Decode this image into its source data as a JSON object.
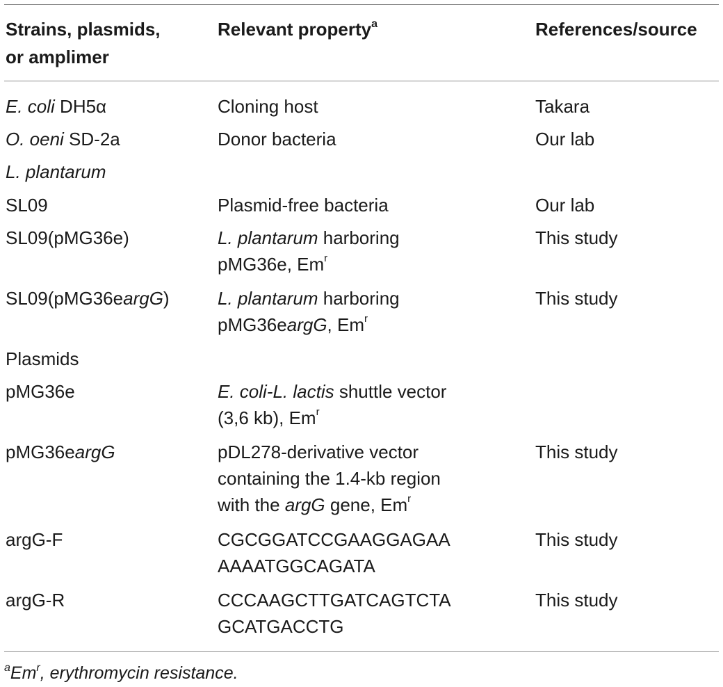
{
  "header": {
    "col1_line1": "Strains, plasmids,",
    "col1_line2": "or amplimer",
    "col2": "Relevant property",
    "col2_sup": "a",
    "col3": "References/source"
  },
  "rows": [
    {
      "c0": {
        "italic": "E. coli",
        "plain": " DH5α"
      },
      "c1": "Cloning host",
      "c2": "Takara"
    },
    {
      "c0": {
        "italic": "O. oeni",
        "plain": " SD-2a"
      },
      "c1": "Donor bacteria",
      "c2": "Our lab"
    },
    {
      "c0": {
        "italic": "L. plantarum"
      }
    },
    {
      "c0": "SL09",
      "c1": "Plasmid-free bacteria",
      "c2": "Our lab"
    },
    {
      "c0": "SL09(pMG36e)",
      "c1": {
        "l1_italic": "L. plantarum",
        "l1_plain": " harboring",
        "l2": "pMG36e, Em",
        "l2_sup": "r"
      },
      "c2": "This study"
    },
    {
      "c0": {
        "pre": "SL09(pMG36e",
        "italic": "argG",
        "post": ")"
      },
      "c1": {
        "l1_italic": "L. plantarum",
        "l1_plain": " harboring",
        "l2_pre": "pMG36e",
        "l2_italic": "argG",
        "l2_post": ", Em",
        "l2_sup": "r"
      },
      "c2": "This study"
    },
    {
      "c0": "Plasmids"
    },
    {
      "c0": "pMG36e",
      "c1": {
        "l1_italic": "E. coli-L. lactis",
        "l1_plain": " shuttle vector",
        "l2": "(3,6 kb), Em",
        "l2_sup": "r"
      }
    },
    {
      "c0": {
        "pre": "pMG36e",
        "italic": "argG"
      },
      "c1": {
        "l1": "pDL278-derivative vector",
        "l2": "containing the 1.4-kb region",
        "l3_pre": "with the ",
        "l3_italic": "argG",
        "l3_post": " gene, Em",
        "l3_sup": "r"
      },
      "c2": "This study"
    },
    {
      "c0": "argG-F",
      "c1": {
        "l1": "CGCGGATCCGAAGGAGAA",
        "l2": "AAAATGGCAGATA"
      },
      "c2": "This study"
    },
    {
      "c0": "argG-R",
      "c1": {
        "l1": "CCCAAGCTTGATCAGTCTA",
        "l2": "GCATGACCTG"
      },
      "c2": "This study"
    }
  ],
  "footnote": {
    "mark": "a",
    "em": "Em",
    "em_sup": "r",
    "text": ", erythromycin resistance."
  }
}
